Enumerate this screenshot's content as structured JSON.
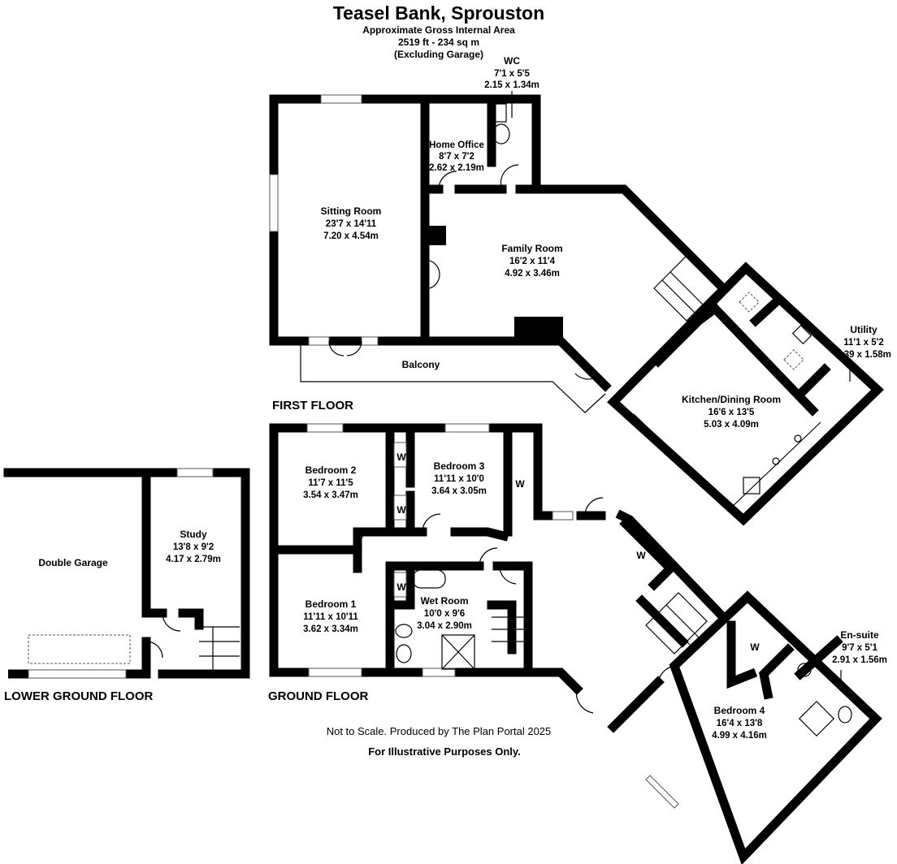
{
  "header": {
    "title": "Teasel Bank, Sprouston",
    "area_label": "Approximate Gross Internal Area",
    "area_value": "2519 ft - 234 sq m",
    "area_note": "(Excluding Garage)"
  },
  "floors": {
    "first": "FIRST FLOOR",
    "ground": "GROUND FLOOR",
    "lower_ground": "LOWER GROUND FLOOR"
  },
  "rooms": {
    "wc": {
      "name": "WC",
      "imperial": "7'1 x 5'5",
      "metric": "2.15 x 1.34m"
    },
    "home_office": {
      "name": "Home Office",
      "imperial": "8'7 x 7'2",
      "metric": "2.62 x 2.19m"
    },
    "sitting_room": {
      "name": "Sitting Room",
      "imperial": "23'7 x 14'11",
      "metric": "7.20 x 4.54m"
    },
    "family_room": {
      "name": "Family Room",
      "imperial": "16'2 x 11'4",
      "metric": "4.92 x 3.46m"
    },
    "utility": {
      "name": "Utility",
      "imperial": "11'1 x 5'2",
      "metric": "3.39 x 1.58m"
    },
    "kitchen": {
      "name": "Kitchen/Dining Room",
      "imperial": "16'6 x 13'5",
      "metric": "5.03 x 4.09m"
    },
    "balcony": {
      "name": "Balcony"
    },
    "bedroom2": {
      "name": "Bedroom 2",
      "imperial": "11'7 x 11'5",
      "metric": "3.54 x 3.47m"
    },
    "bedroom3": {
      "name": "Bedroom 3",
      "imperial": "11'11 x 10'0",
      "metric": "3.64 x 3.05m"
    },
    "bedroom1": {
      "name": "Bedroom 1",
      "imperial": "11'11 x 10'11",
      "metric": "3.62 x 3.34m"
    },
    "wet_room": {
      "name": "Wet Room",
      "imperial": "10'0 x 9'6",
      "metric": "3.04 x 2.90m"
    },
    "ensuite": {
      "name": "En-suite",
      "imperial": "9'7 x 5'1",
      "metric": "2.91 x 1.56m"
    },
    "bedroom4": {
      "name": "Bedroom 4",
      "imperial": "16'4 x 13'8",
      "metric": "4.99 x 4.16m"
    },
    "double_garage": {
      "name": "Double Garage"
    },
    "study": {
      "name": "Study",
      "imperial": "13'8 x 9'2",
      "metric": "4.17 x 2.79m"
    }
  },
  "wardrobe_label": "W",
  "footer": {
    "credit": "Not to Scale. Produced by The Plan Portal 2025",
    "disclaimer": "For Illustrative Purposes Only."
  }
}
